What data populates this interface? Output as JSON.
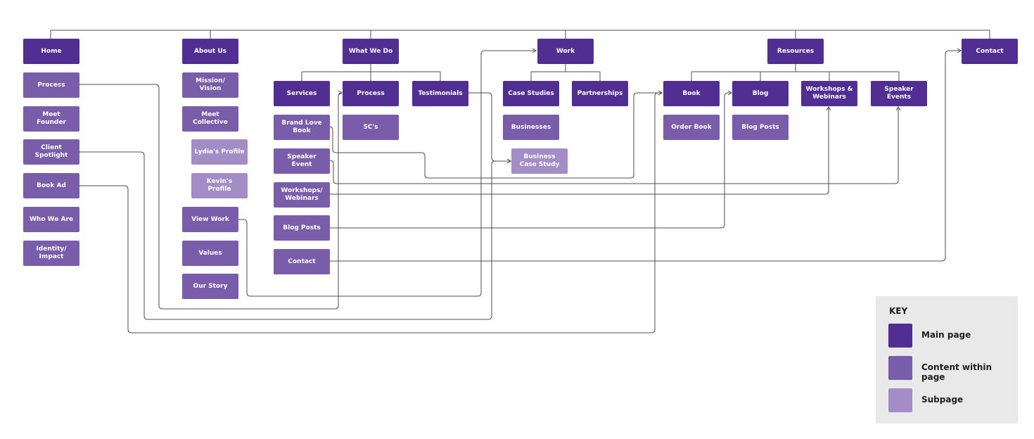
{
  "colors": {
    "main": "#512e91",
    "content": "#7a5daa",
    "subpage": "#a48dc7",
    "line": "#4d4d4d",
    "key_bg": "#e9e9e9"
  },
  "nodes": {
    "home": "Home",
    "process": "Process",
    "meet_founder": "Meet\nFounder",
    "client_spotlight": "Client\nSpotlight",
    "book_ad": "Book Ad",
    "who_we_are": "Who We Are",
    "identity_impact": "Identity/\nImpact",
    "about_us": "About Us",
    "mission_vision": "Mission/\nVision",
    "meet_collective": "Meet\nCollective",
    "lydias_profile": "Lydia's Profile",
    "kevins_profile": "Kevin's Profile",
    "view_work": "View Work",
    "values": "Values",
    "our_story": "Our Story",
    "what_we_do": "What We Do",
    "services": "Services",
    "wwd_process": "Process",
    "testimonials": "Testimonials",
    "brand_love_book": "Brand Love\nBook",
    "speaker_event": "Speaker\nEvent",
    "workshops_webinars_sub": "Workshops/\nWebinars",
    "blog_posts_sub": "Blog Posts",
    "contact_sub": "Contact",
    "five_cs": "5C's",
    "work": "Work",
    "case_studies": "Case Studies",
    "partnerships": "Partnerships",
    "businesses": "Businesses",
    "business_case_study": "Business\nCase Study",
    "resources": "Resources",
    "book": "Book",
    "blog": "Blog",
    "workshops_webinars": "Workshops &\nWebinars",
    "speaker_events": "Speaker\nEvents",
    "order_book": "Order Book",
    "blog_posts": "Blog Posts",
    "contact": "Contact"
  },
  "key": {
    "title": "KEY",
    "items": [
      "Main page",
      "Content within page",
      "Subpage"
    ]
  }
}
